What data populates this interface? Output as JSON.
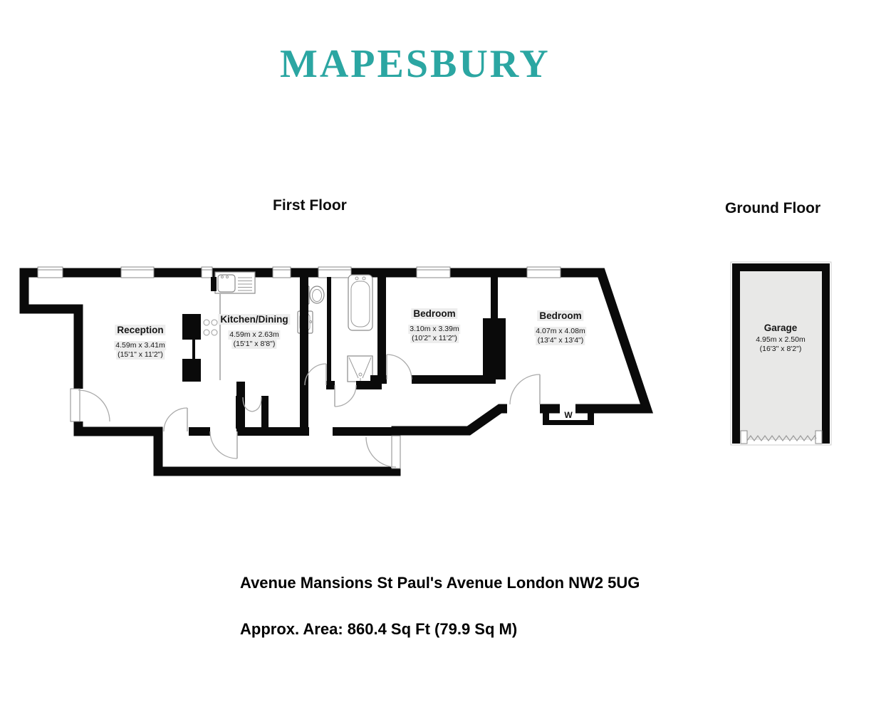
{
  "logo": "MAPESBURY",
  "colors": {
    "brand_teal": "#2BA6A2",
    "wall_black": "#0a0a0a",
    "garage_fill": "#e8e8e7",
    "label_highlight": "#ededed"
  },
  "floors": {
    "first": "First Floor",
    "ground": "Ground Floor"
  },
  "rooms": {
    "reception": {
      "name": "Reception",
      "metric": "4.59m x 3.41m",
      "imperial": "(15'1\" x 11'2\")"
    },
    "kitchen": {
      "name": "Kitchen/Dining",
      "metric": "4.59m x 2.63m",
      "imperial": "(15'1\" x 8'8\")"
    },
    "bedroom1": {
      "name": "Bedroom",
      "metric": "3.10m x 3.39m",
      "imperial": "(10'2\" x 11'2\")"
    },
    "bedroom2": {
      "name": "Bedroom",
      "metric": "4.07m x 4.08m",
      "imperial": "(13'4\" x 13'4\")"
    },
    "garage": {
      "name": "Garage",
      "metric": "4.95m x 2.50m",
      "imperial": "(16'3\" x 8'2\")"
    },
    "wardrobe": {
      "name": "W"
    }
  },
  "footer": {
    "address": "Avenue Mansions St Paul's Avenue London NW2 5UG",
    "area": "Approx. Area: 860.4 Sq Ft (79.9 Sq M)"
  }
}
